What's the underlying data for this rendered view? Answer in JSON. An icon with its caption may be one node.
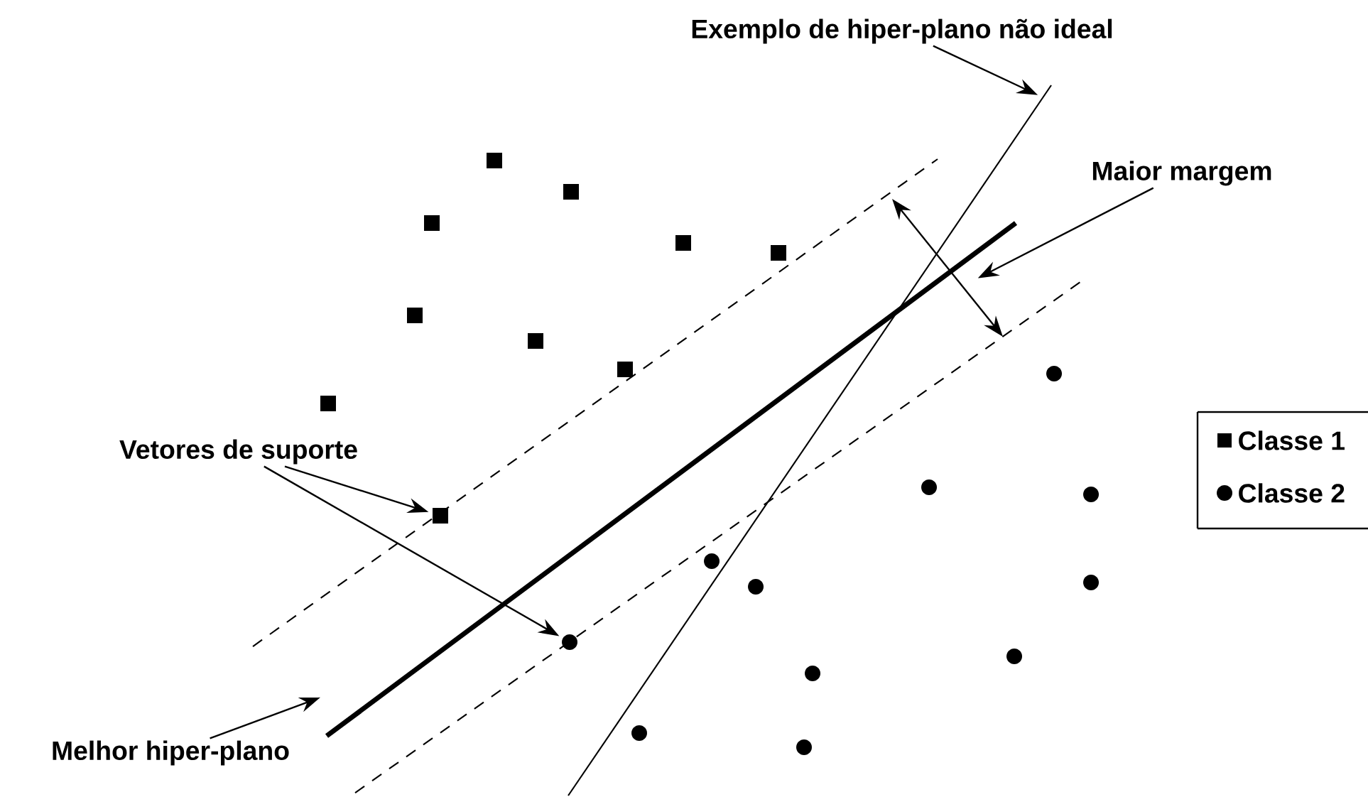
{
  "diagram": {
    "nodes": [
      {
        "text": [
          "Exemplo de hiper-plano não ideal"
        ]
      },
      {
        "text": [
          "Maior margem"
        ]
      },
      {
        "text": [
          "Vetores de suporte"
        ]
      },
      {
        "text": [
          "Melhor hiper-plano"
        ]
      },
      {
        "text": [],
        "shape": "box"
      },
      {
        "text": [],
        "shape": "box"
      },
      {
        "text": [],
        "shape": "box"
      },
      {
        "text": [],
        "shape": "box"
      },
      {
        "text": [],
        "shape": "box"
      },
      {
        "text": [],
        "shape": "box"
      },
      {
        "text": [],
        "shape": "box"
      },
      {
        "text": [],
        "shape": "box"
      },
      {
        "text": [],
        "shape": "box"
      },
      {
        "text": [],
        "shape": "box"
      },
      {
        "text": [],
        "shape": "circle"
      },
      {
        "text": [],
        "shape": "circle"
      },
      {
        "text": [],
        "shape": "circle"
      },
      {
        "text": [],
        "shape": "circle"
      },
      {
        "text": [],
        "shape": "circle"
      },
      {
        "text": [],
        "shape": "circle"
      },
      {
        "text": [],
        "shape": "circle"
      },
      {
        "text": [],
        "shape": "circle"
      },
      {
        "text": [],
        "shape": "circle"
      },
      {
        "text": [],
        "shape": "circle"
      },
      {
        "text": [],
        "shape": "circle"
      }
    ],
    "edges": [
      {
        "from": 0,
        "to": null,
        "arrow": "to"
      },
      {
        "from": 1,
        "to": null,
        "arrow": "to"
      },
      {
        "from": 2,
        "to": 13,
        "arrow": "to"
      },
      {
        "from": 2,
        "to": 20,
        "arrow": "to"
      },
      {
        "from": 3,
        "to": null,
        "arrow": "to"
      }
    ],
    "legend": [
      {
        "text": "Classe 1"
      },
      {
        "text": "Classe 2"
      }
    ]
  }
}
